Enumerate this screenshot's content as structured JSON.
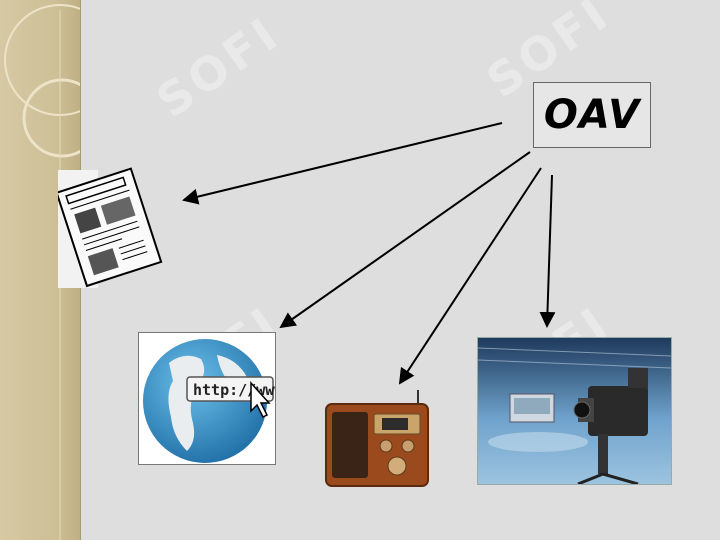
{
  "slide": {
    "title": "OAV",
    "watermark_text": "SOFI",
    "url_text": "http://www.",
    "colors": {
      "background": "#dedede",
      "sidebar": "#d6c9a4",
      "arrow": "#000000",
      "globe_ocean": "#2f8fc9",
      "globe_land": "#e9edf0",
      "radio_wood": "#9a4a1c",
      "studio_blue": "#3f6f9f"
    },
    "media_items": [
      {
        "name": "newspaper",
        "icon": "newspaper-icon"
      },
      {
        "name": "internet",
        "icon": "globe-icon"
      },
      {
        "name": "radio",
        "icon": "radio-icon"
      },
      {
        "name": "television",
        "icon": "tv-studio-camera-icon"
      }
    ]
  }
}
